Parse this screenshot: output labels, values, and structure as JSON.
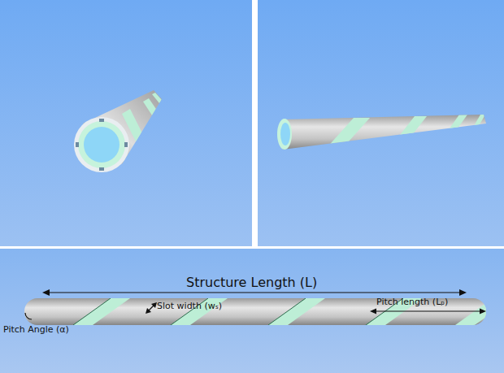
{
  "diagram": {
    "labels": [
      "Structure Length (L)",
      "Slot width (wₛ)",
      "Pitch length (Lₚ)",
      "Pitch Angle (α)"
    ]
  }
}
